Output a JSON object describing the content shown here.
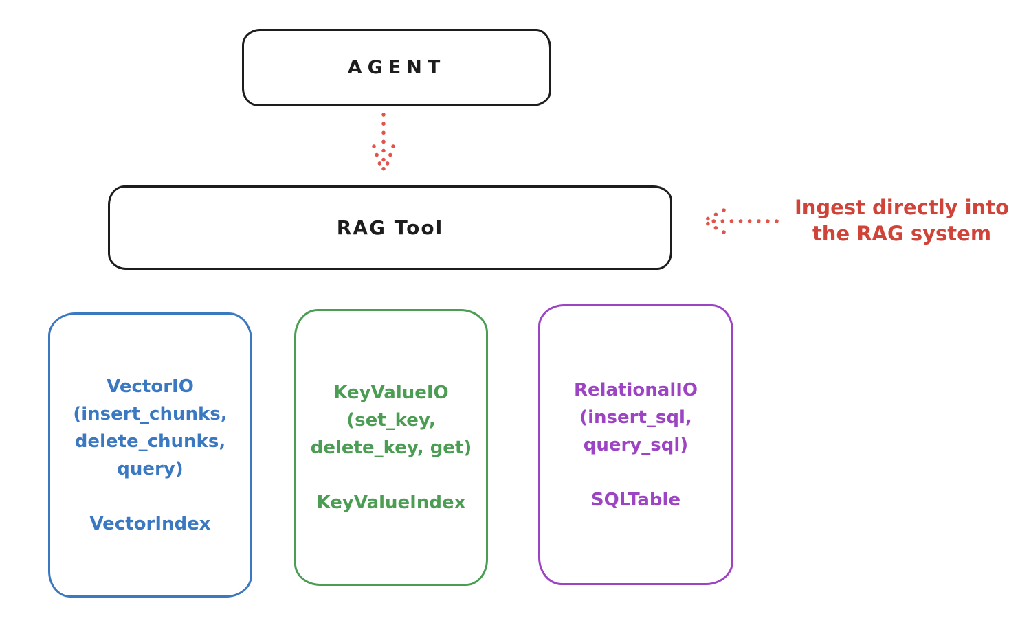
{
  "boxes": {
    "agent": {
      "label": "AGENT"
    },
    "rag_tool": {
      "label": "RAG Tool"
    }
  },
  "annotation": {
    "text": "Ingest directly into\nthe RAG system"
  },
  "io_boxes": [
    {
      "name": "vector-io",
      "title": "VectorIO\n(insert_chunks,\ndelete_chunks,\nquery)",
      "index_label": "VectorIndex",
      "color": "#3b78c2"
    },
    {
      "name": "keyvalue-io",
      "title": "KeyValueIO\n(set_key,\ndelete_key, get)",
      "index_label": "KeyValueIndex",
      "color": "#4a9d52"
    },
    {
      "name": "relational-io",
      "title": "RelationalIO\n(insert_sql,\nquery_sql)",
      "index_label": "SQLTable",
      "color": "#9c44c4"
    }
  ],
  "colors": {
    "ink": "#1d1d1d",
    "arrow_red": "#e0544a",
    "annotation_red": "#cf4338"
  }
}
